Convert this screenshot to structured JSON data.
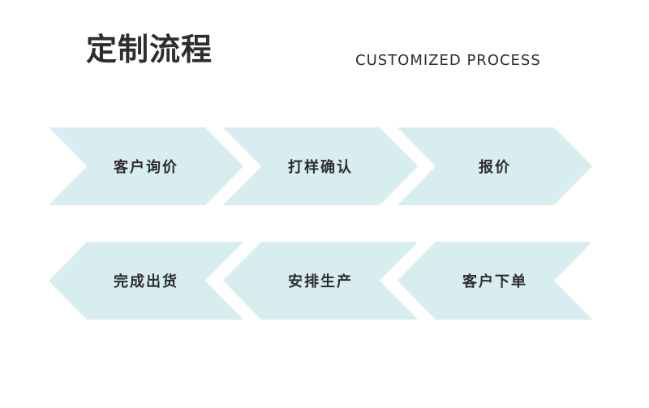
{
  "title": "定制流程",
  "subtitle": "CUSTOMIZED PROCESS",
  "colors": {
    "chevron_fill": "#d7edef",
    "text": "#2f2d2d"
  },
  "steps": [
    {
      "label": "客户询价",
      "direction": "right"
    },
    {
      "label": "打样确认",
      "direction": "right"
    },
    {
      "label": "报价",
      "direction": "right"
    },
    {
      "label": "完成出货",
      "direction": "left"
    },
    {
      "label": "安排生产",
      "direction": "left"
    },
    {
      "label": "客户下单",
      "direction": "left"
    }
  ]
}
